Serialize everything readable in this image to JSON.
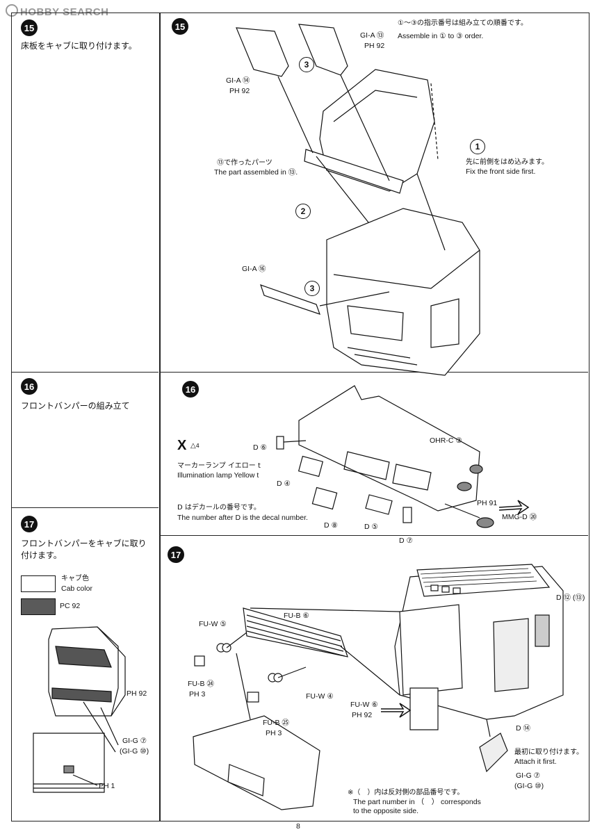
{
  "watermark": "HOBBY SEARCH",
  "page_number": "8",
  "side": {
    "step15": {
      "num": "15",
      "text": "床板をキャブに取り付けます。"
    },
    "step16": {
      "num": "16",
      "text": "フロントバンパーの組み立て"
    },
    "step17": {
      "num": "17",
      "text_line1": "フロントバンパーをキャブに取り",
      "text_line2": "付けます。"
    },
    "legend": {
      "cab_color_jp": "キャブ色",
      "cab_color_en": "Cab color",
      "paint_code": "PC 92",
      "paint_parts": [
        {
          "code": "PH 92"
        },
        {
          "code": "PH 1"
        }
      ],
      "part_gi_g7": "GI-G ⑦",
      "part_gi_g10": "(GI-G ⑩)"
    }
  },
  "step15": {
    "num": "15",
    "order_note_jp": "①～③の指示番号は組み立ての順番です。",
    "order_note_en": "Assemble in ① to ③ order.",
    "labels": {
      "gia14": "GI-A ⑭",
      "gia14_paint": "PH 92",
      "gia13": "GI-A ⑬",
      "gia13_paint": "PH 92",
      "gia16": "GI-A ⑯",
      "made_in13_jp": "⑬で作ったパーツ",
      "made_in13_en": "The part assembled in ⑬.",
      "front_first_jp": "先に前側をはめ込みます。",
      "front_first_en": "Fix the front side first.",
      "order1": "1",
      "order2": "2",
      "order3a": "3",
      "order3b": "3"
    }
  },
  "step16": {
    "num": "16",
    "labels": {
      "x_mark": "X",
      "x_sub": "4",
      "marker_lamp_jp": "マーカーランプ イエロー t",
      "marker_lamp_en": "Illumination lamp Yellow t",
      "decal_note_jp": "D はデカールの番号です。",
      "decal_note_en": "The number after D is the decal number.",
      "d6": "D ⑥",
      "d4": "D ④",
      "d8": "D ⑧",
      "d5": "D ⑤",
      "d7": "D ⑦",
      "ohrc3": "OHR-C ③",
      "ph91": "PH 91",
      "mmgd20": "MMG-D ⑳"
    }
  },
  "step17": {
    "num": "17",
    "labels": {
      "fuw5": "FU-W ⑤",
      "fub6": "FU-B ⑥",
      "fub24": "FU-B ㉔",
      "fub24_paint": "PH 3",
      "fuw4": "FU-W ④",
      "fub25": "FU-B ㉕",
      "fub25_paint": "PH 3",
      "fuw6": "FU-W ⑥",
      "fuw6_paint": "PH 92",
      "d12_13": "D ⑫ (⑬)",
      "d14": "D ⑭",
      "attach_first_jp": "最初に取り付けます。",
      "attach_first_en": "Attach it first.",
      "gig7": "GI-G ⑦",
      "gig10": "(GI-G ⑩)",
      "note_jp": "※（　）内は反対側の部品番号です。",
      "note_en1": "The part number in （　） corresponds",
      "note_en2": "to the opposite side."
    }
  }
}
